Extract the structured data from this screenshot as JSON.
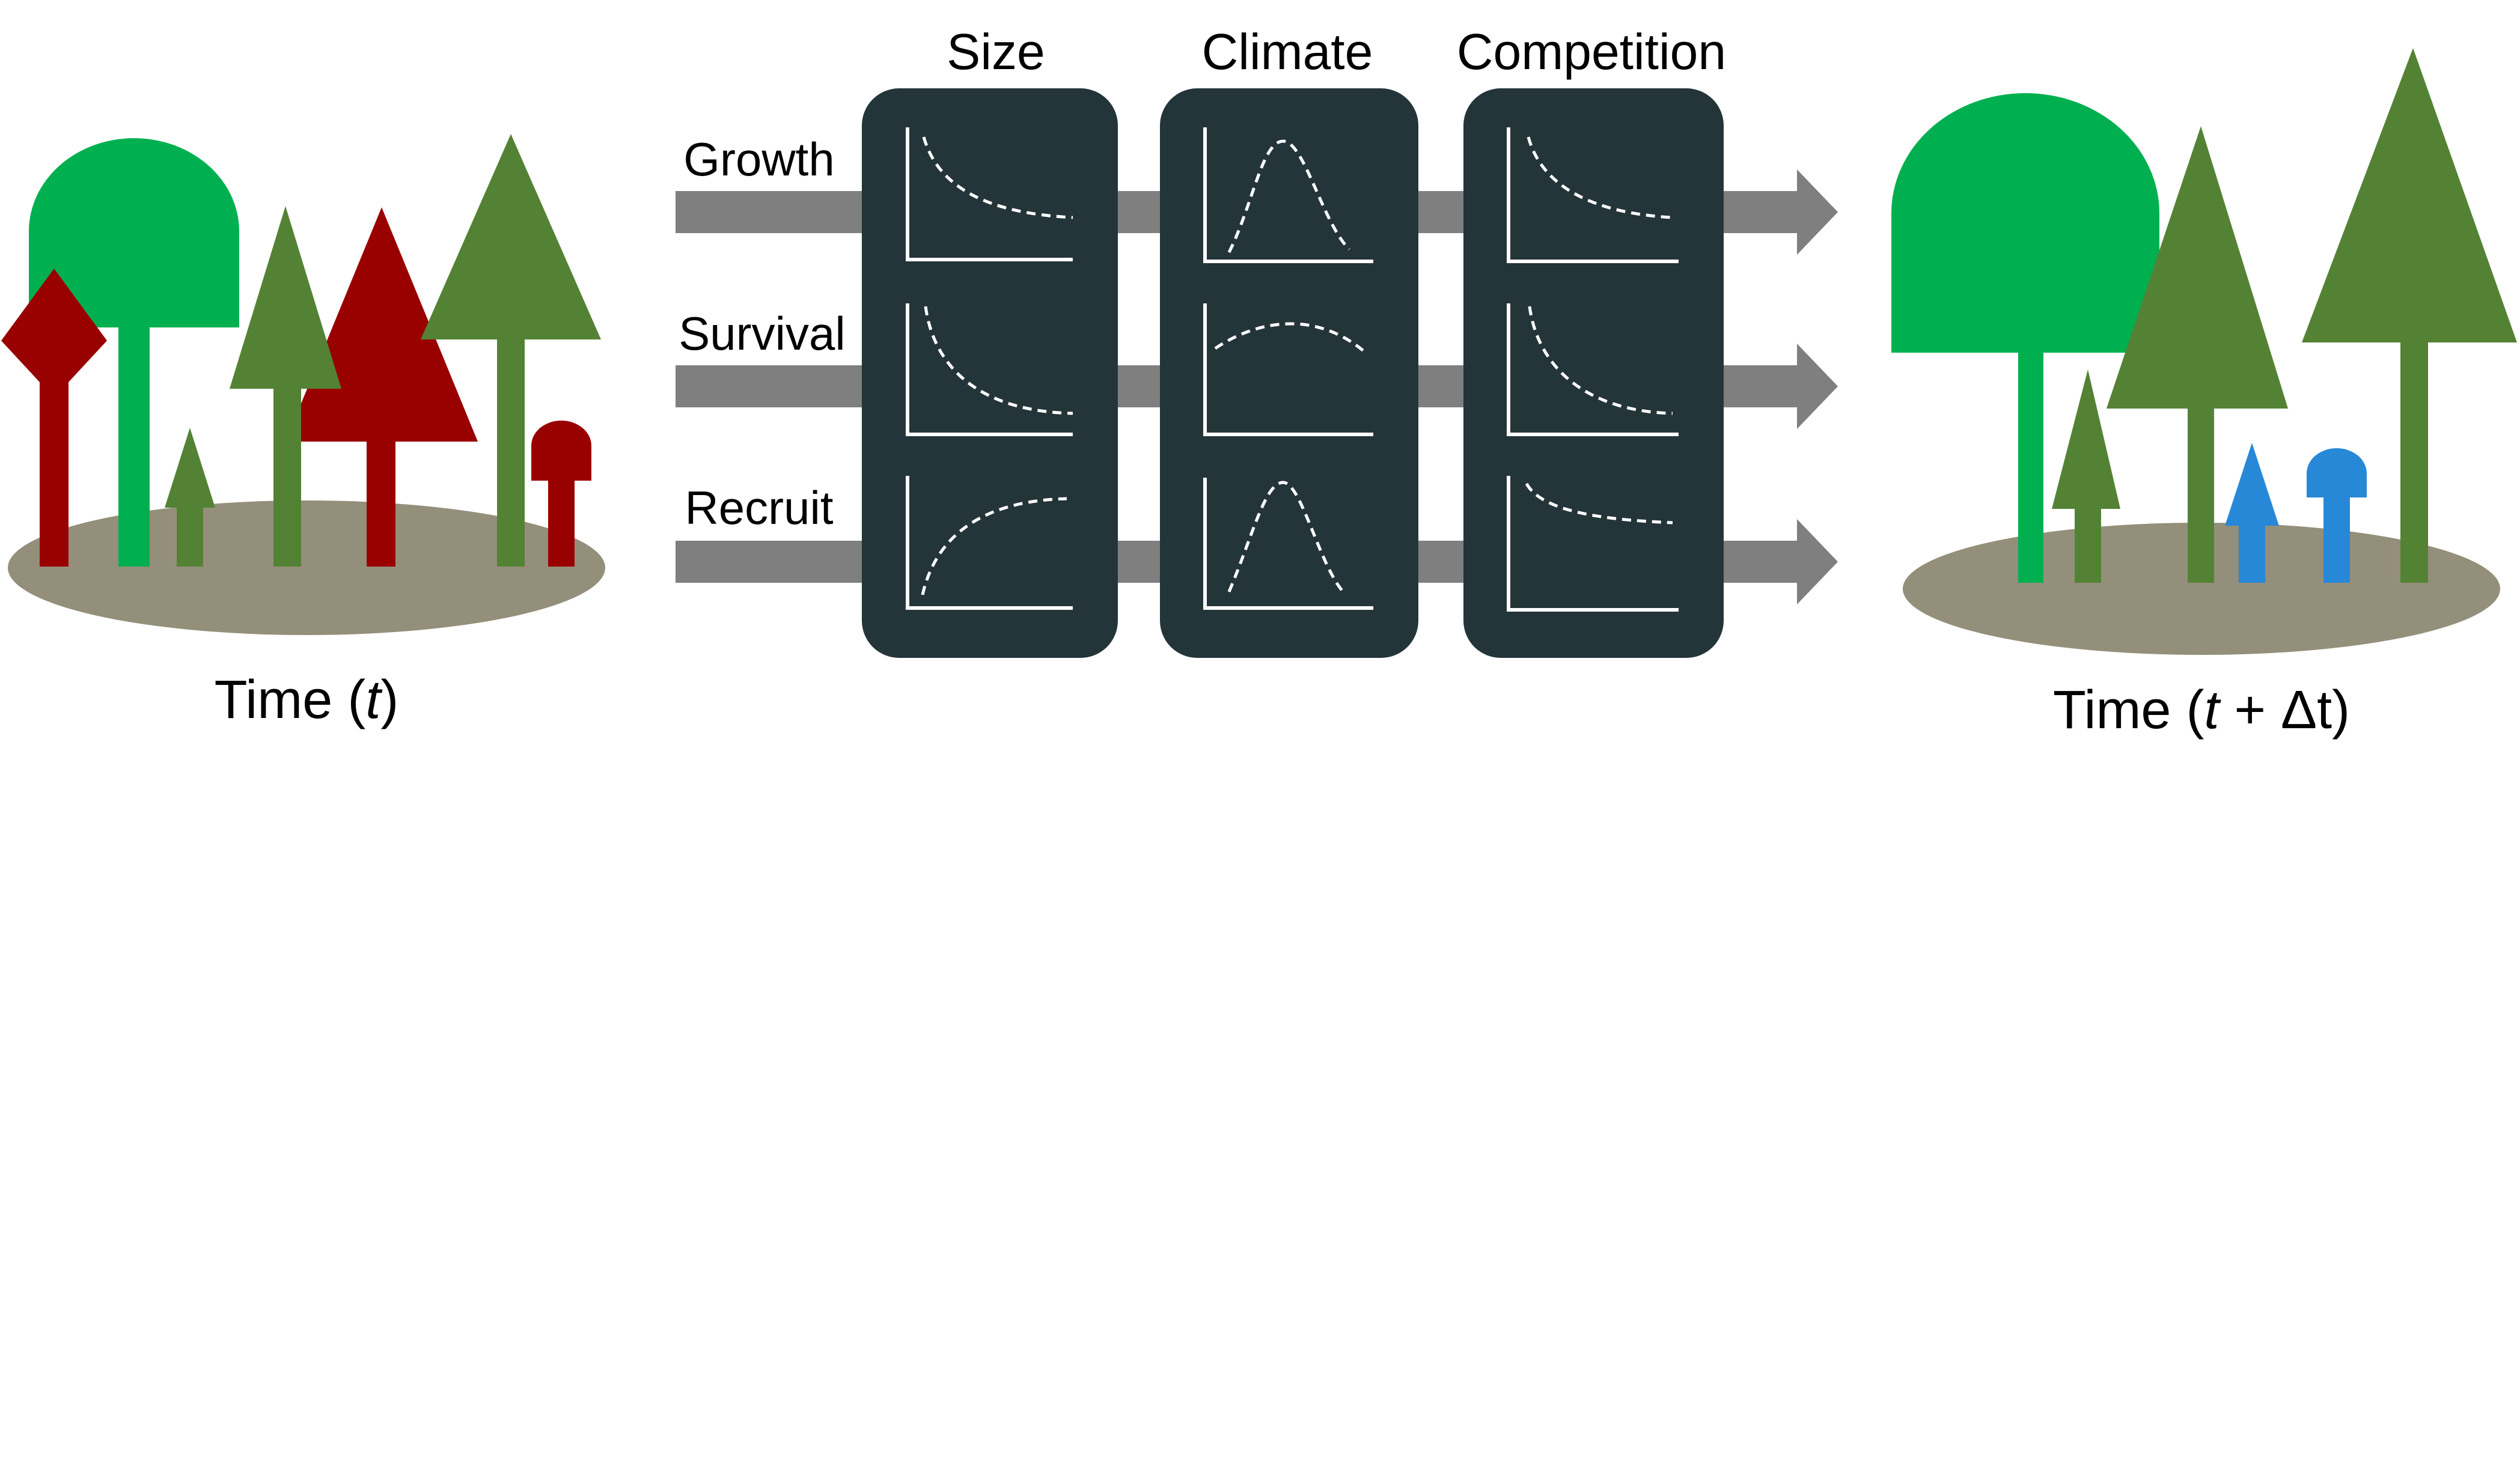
{
  "columns": {
    "size": "Size",
    "climate": "Climate",
    "competition": "Competition"
  },
  "rows": {
    "growth": "Growth",
    "survival": "Survival",
    "recruit": "Recruit"
  },
  "time_left": {
    "prefix": "Time (",
    "var": "t",
    "suffix": ")"
  },
  "time_right": {
    "prefix": "Time (",
    "var": "t",
    "middle": " + Δt)"
  },
  "colors": {
    "panel": "#24353A",
    "arrow": "#7F7F7F",
    "ground": "#948F7A",
    "tree_bright_green": "#00B050",
    "tree_olive_green": "#548235",
    "tree_dark_red": "#990000",
    "tree_blue": "#2788D8"
  }
}
